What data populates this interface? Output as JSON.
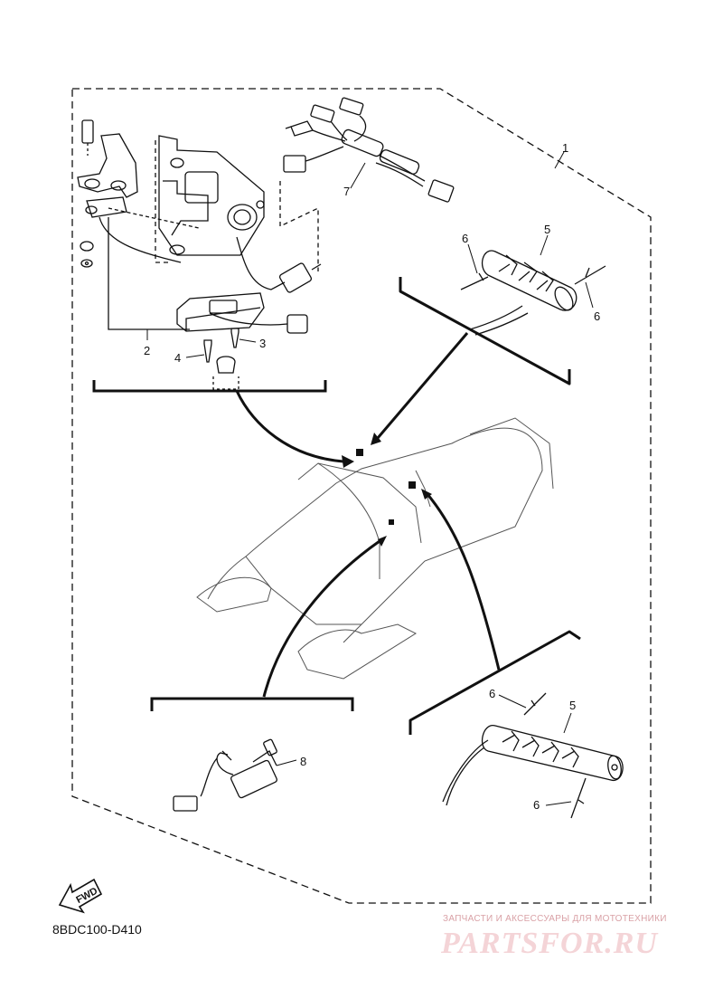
{
  "callouts": {
    "c1": "1",
    "c2": "2",
    "c3": "3",
    "c4": "4",
    "c5a": "5",
    "c5b": "5",
    "c6a": "6",
    "c6b": "6",
    "c6c": "6",
    "c6d": "6",
    "c7": "7",
    "c8": "8"
  },
  "fwd": "FWD",
  "part_code": "8BDC100-D410",
  "watermark": {
    "tagline": "ЗАПЧАСТИ И АКСЕССУАРЫ ДЛЯ МОТОТЕХНИКИ",
    "logo": "PARTSFOR.RU"
  },
  "colors": {
    "line": "#111111",
    "watermark": "#f4d4d7",
    "watermark_text": "#d9a1a6"
  }
}
